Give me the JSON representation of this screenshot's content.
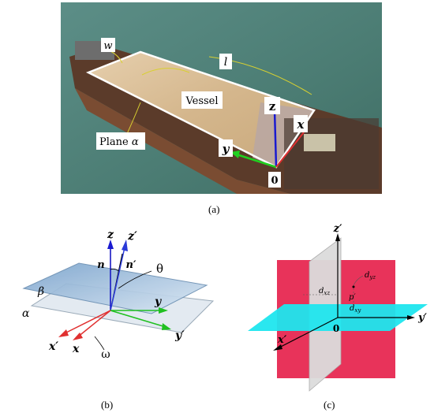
{
  "figure": {
    "panel_a": {
      "caption": "(a)",
      "labels": {
        "w": "w",
        "l": "l",
        "vessel": "Vessel",
        "plane": "Plane",
        "alpha": "α",
        "z": "z",
        "x": "x",
        "y": "y",
        "origin": "0"
      }
    },
    "panel_b": {
      "caption": "(b)",
      "labels": {
        "z": "z",
        "z_prime": "z′",
        "n": "n",
        "n_prime": "n′",
        "theta": "θ",
        "beta": "β",
        "alpha": "α",
        "y": "y",
        "y_prime": "y′",
        "x_prime": "x′",
        "x": "x",
        "omega": "ω"
      }
    },
    "panel_c": {
      "caption": "(c)",
      "labels": {
        "z_prime": "z′",
        "d_yz": "d",
        "d_yz_sub": "yz",
        "d_xz": "d",
        "d_xz_sub": "xz",
        "p_prime": "p′",
        "d_xy": "d",
        "d_xy_sub": "xy",
        "y_prime": "y′",
        "x_prime": "x′",
        "origin": "0"
      }
    }
  },
  "colors": {
    "water": "#4f7f76",
    "sand": "#d9bf98",
    "hull": "#5b3b2a",
    "axis_z": "#1a1ad0",
    "axis_y": "#20d020",
    "axis_x": "#e03030",
    "plane_beta": "#9fbddc",
    "plane_alpha": "#d6e0ea",
    "plane_red": "#e8335a",
    "plane_cyan": "#1fe6ee",
    "plane_gray": "#d9d9d9"
  }
}
